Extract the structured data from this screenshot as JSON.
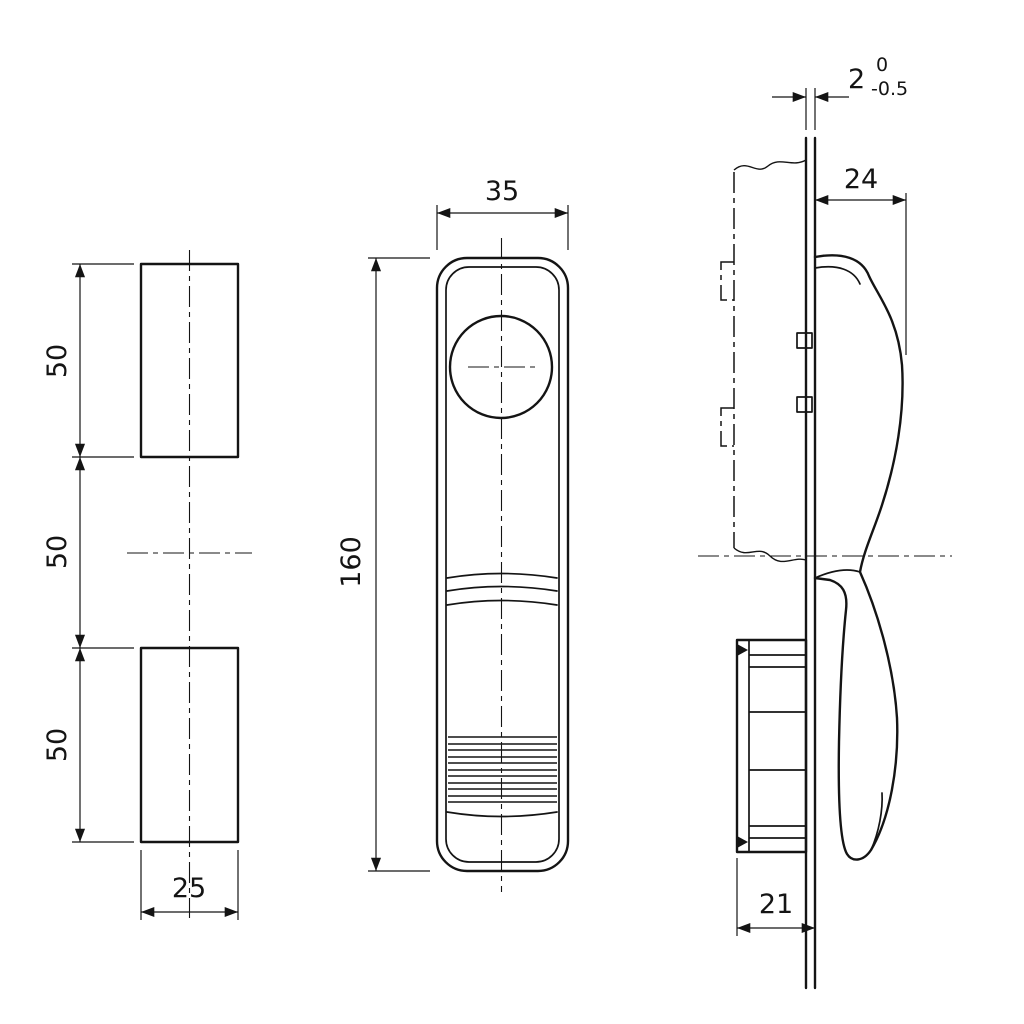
{
  "drawing": {
    "description": "Swinghandle / latch three-view technical drawing",
    "colors": {
      "ink": "#141414",
      "background": "#ffffff"
    },
    "views": {
      "cutout": {
        "dim_top": "50",
        "dim_mid": "50",
        "dim_bottom": "50",
        "dim_width": "25"
      },
      "front": {
        "dim_width": "35",
        "dim_height": "160"
      },
      "side": {
        "dim_panel_thickness": "2",
        "tol_upper": "0",
        "tol_lower": "-0.5",
        "dim_handle_depth": "24",
        "dim_lock_depth": "21"
      }
    }
  }
}
